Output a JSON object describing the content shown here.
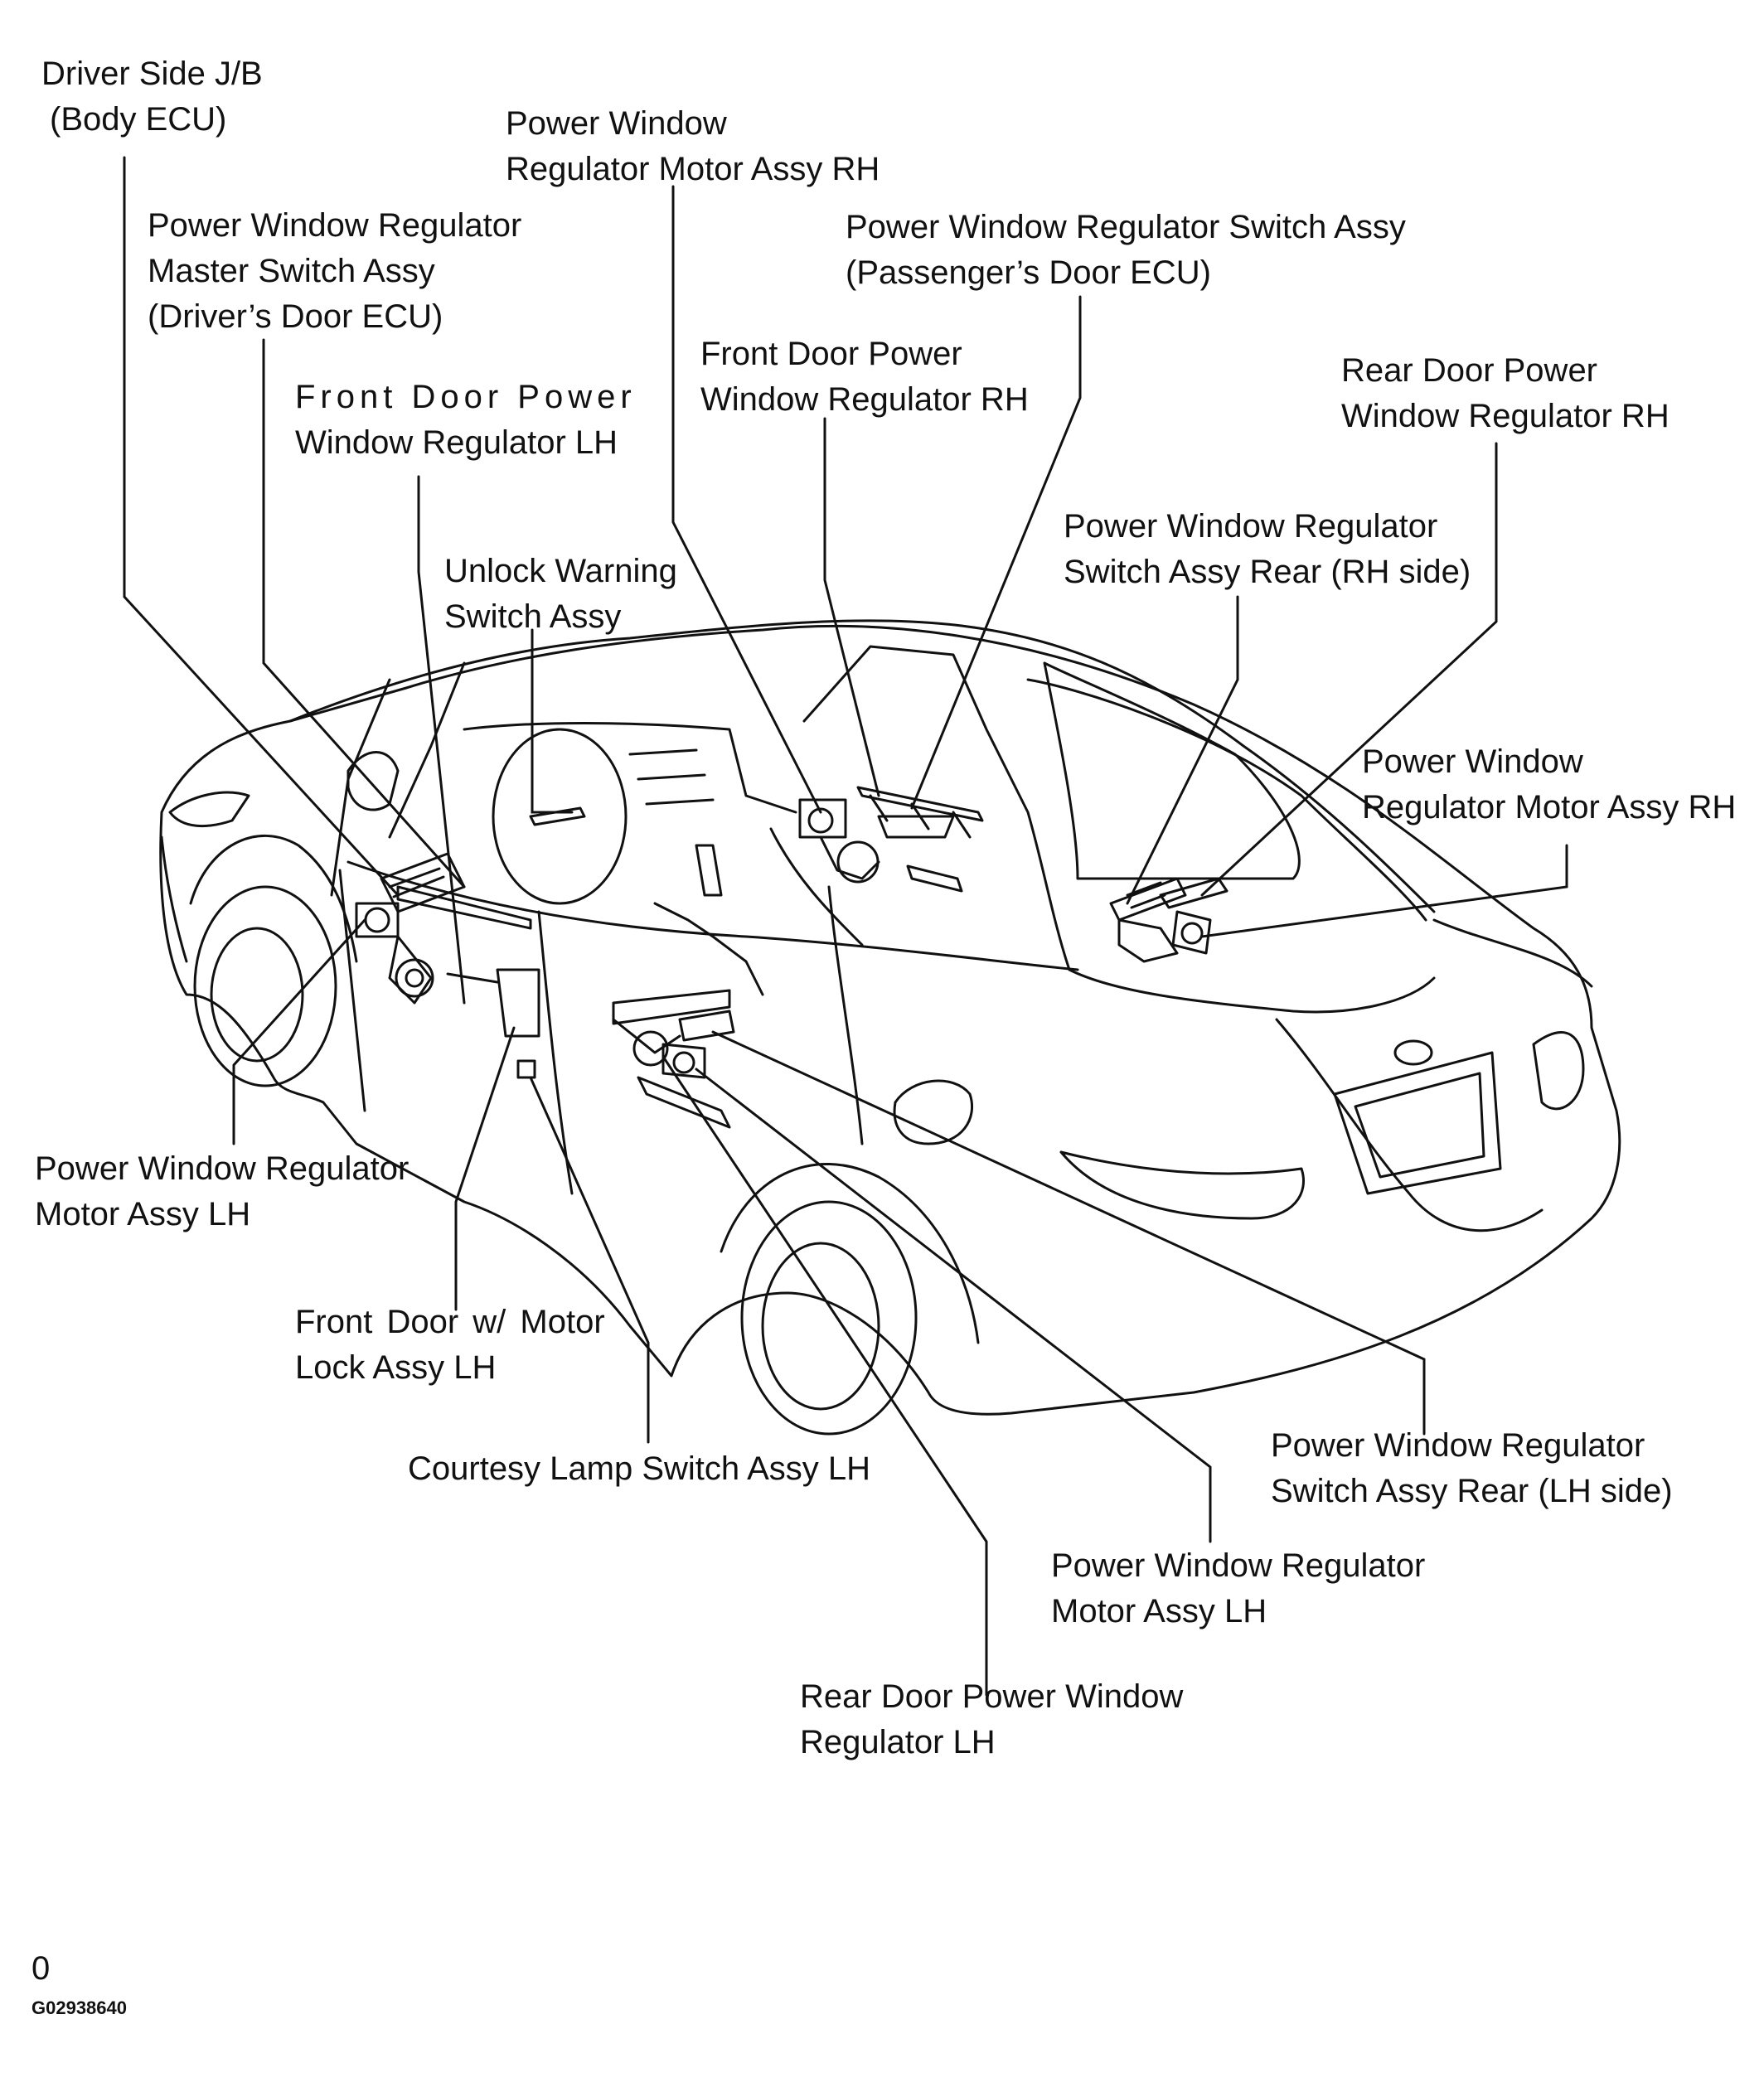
{
  "labels": {
    "driver_jb": [
      "Driver Side J/B",
      "(Body ECU)"
    ],
    "motor_rh_front": [
      "Power Window",
      "Regulator Motor Assy RH"
    ],
    "master_switch": [
      "Power Window Regulator",
      "Master Switch Assy",
      "(Driver’s Door ECU)"
    ],
    "passenger_switch": [
      "Power Window Regulator Switch Assy",
      "(Passenger’s Door ECU)"
    ],
    "front_reg_rh": [
      "Front Door Power",
      "Window Regulator RH"
    ],
    "front_reg_lh": [
      "Front Door Power",
      "Window Regulator LH"
    ],
    "rear_reg_rh": [
      "Rear Door Power",
      "Window Regulator RH"
    ],
    "rear_switch_rh": [
      "Power Window Regulator",
      "Switch Assy Rear (RH side)"
    ],
    "unlock_warning": [
      "Unlock Warning",
      "Switch Assy"
    ],
    "motor_rh_rear": [
      "Power Window",
      "Regulator Motor Assy RH"
    ],
    "motor_lh_front": [
      "Power Window Regulator",
      "Motor Assy LH"
    ],
    "door_lock_lh": [
      "Front Door w/ Motor",
      "Lock Assy LH"
    ],
    "courtesy_lamp": [
      "Courtesy Lamp Switch Assy LH"
    ],
    "rear_switch_lh": [
      "Power Window Regulator",
      "Switch Assy Rear (LH side)"
    ],
    "motor_lh_rear": [
      "Power Window Regulator",
      "Motor Assy LH"
    ],
    "rear_reg_lh": [
      "Rear Door Power Window",
      "Regulator LH"
    ]
  },
  "footer": {
    "mark": "0",
    "code": "G02938640"
  }
}
